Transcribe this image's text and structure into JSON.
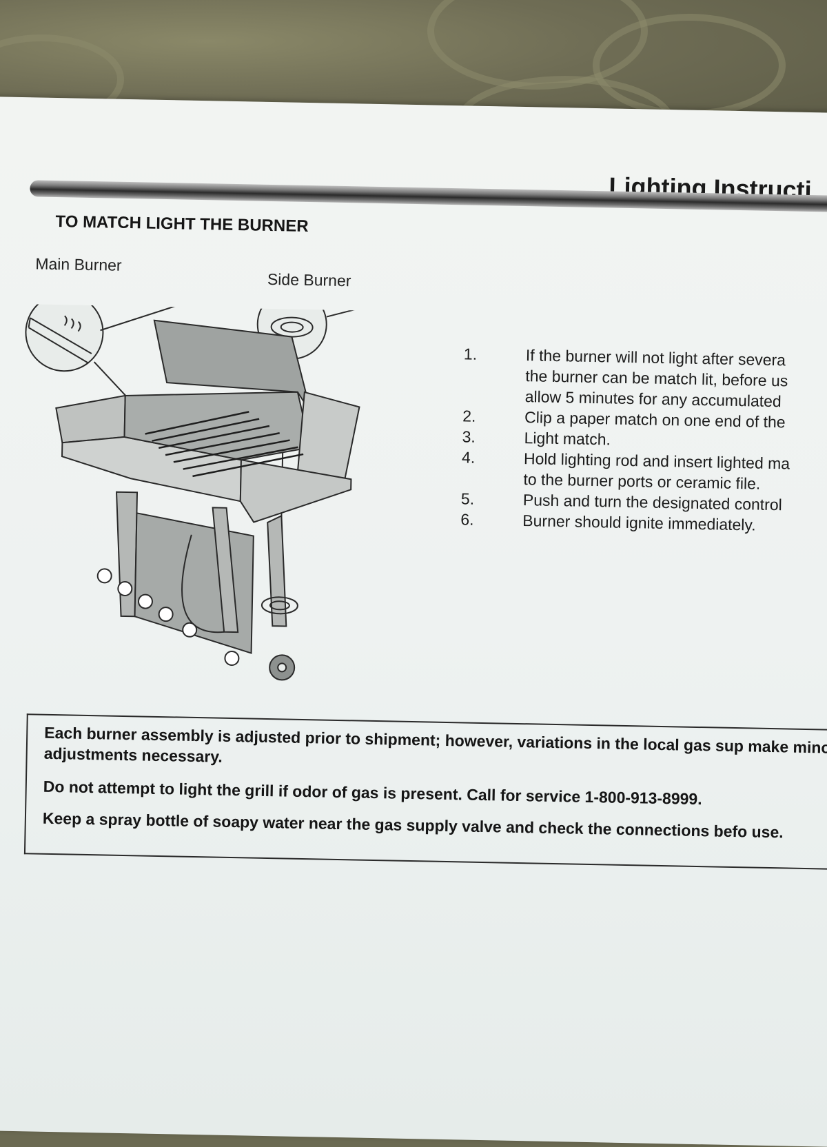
{
  "header": {
    "title": "Lighting Instructi"
  },
  "section_title": "TO MATCH LIGHT THE BURNER",
  "diagram": {
    "main_burner_label": "Main Burner",
    "side_burner_label": "Side Burner"
  },
  "steps": [
    {
      "num": "1.",
      "lines": [
        "If the burner will not light after severa",
        "the burner can be match lit, before us",
        "allow 5 minutes for any accumulated"
      ]
    },
    {
      "num": "2.",
      "lines": [
        "Clip a paper match on one end of the"
      ]
    },
    {
      "num": "3.",
      "lines": [
        "Light match."
      ]
    },
    {
      "num": "4.",
      "lines": [
        "Hold lighting rod and insert lighted ma",
        "to the burner ports or ceramic file."
      ]
    },
    {
      "num": "5.",
      "lines": [
        "Push and turn the designated control"
      ]
    },
    {
      "num": "6.",
      "lines": [
        "Burner should ignite immediately."
      ]
    }
  ],
  "notices": [
    "Each burner  assembly is adjusted prior to shipment; however, variations in the local gas sup make minor adjustments necessary.",
    "Do not attempt to light the grill if odor of gas is present. Call for service 1-800-913-8999.",
    "Keep a spray bottle of soapy water near the gas supply valve and check the connections befo use."
  ]
}
